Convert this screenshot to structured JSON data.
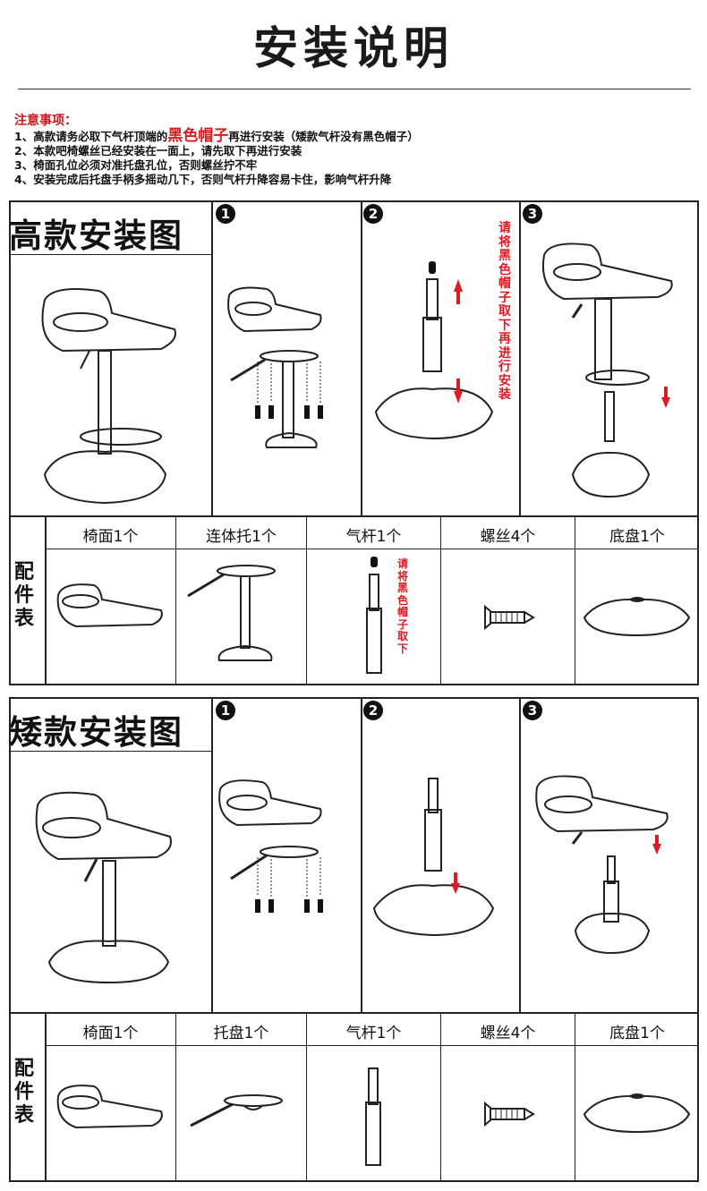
{
  "page_title": "安装说明",
  "notes": {
    "heading": "注意事项：",
    "line1_pre": "1、高款请务必取下气杆顶端的",
    "line1_highlight": "黑色帽子",
    "line1_post": "再进行安装（矮款气杆没有黑色帽子）",
    "line2": "2、本款吧椅螺丝已经安装在一面上，请先取下再进行安装",
    "line3": "3、椅面孔位必须对准托盘孔位，否则螺丝拧不牢",
    "line4": "4、安装完成后托盘手柄多摇动几下，否则气杆升降容易卡住，影响气杆升降"
  },
  "tall": {
    "title": "高款安装图",
    "step_numbers": [
      "1",
      "2",
      "3"
    ],
    "step2_note": "请将黑色帽子取下再进行安装",
    "parts_side_label": "配件表",
    "parts": [
      "椅面1个",
      "连体托1个",
      "气杆1个",
      "螺丝4个",
      "底盘1个"
    ],
    "part_gaslift_note": "请将黑色帽子取下"
  },
  "short": {
    "title": "矮款安装图",
    "step_numbers": [
      "1",
      "2",
      "3"
    ],
    "parts_side_label": "配件表",
    "parts": [
      "椅面1个",
      "托盘1个",
      "气杆1个",
      "螺丝4个",
      "底盘1个"
    ]
  },
  "colors": {
    "accent_red": "#e01a22",
    "line": "#222222"
  }
}
